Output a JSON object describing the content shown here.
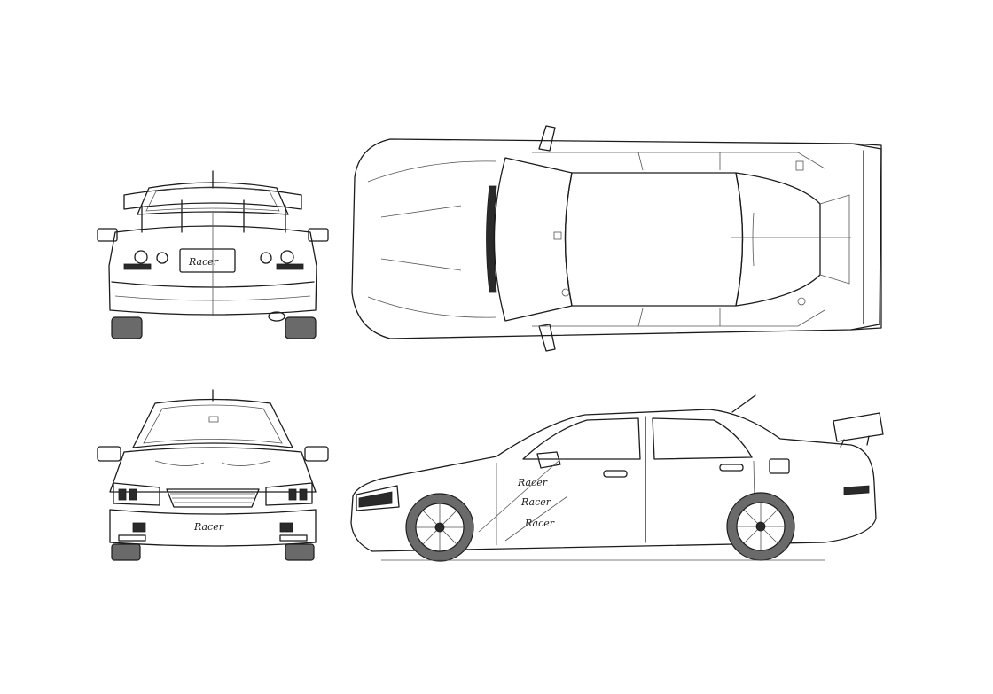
{
  "colors": {
    "line": "#1c1c1c",
    "background": "#ffffff",
    "tire": "#6a6a6a"
  },
  "views": [
    "rear-view",
    "top-view",
    "front-view",
    "side-view"
  ]
}
